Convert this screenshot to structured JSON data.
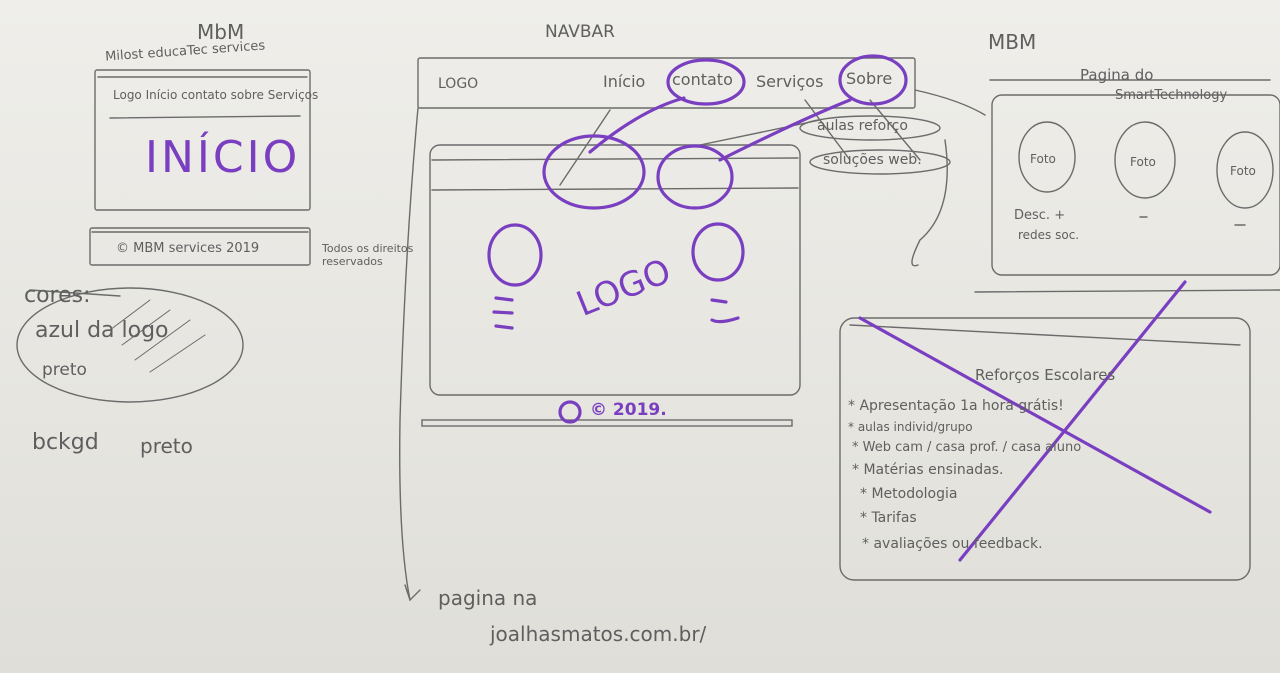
{
  "sketch1": {
    "brand_top": "MbM",
    "brand_name": "Milost educaTec services",
    "nav_text": "Logo Início contato sobre Serviços",
    "hero": "INÍCIO",
    "footer": "© MBM services 2019",
    "rights": "Todos os direitos reservados"
  },
  "colors_note": {
    "title": "cores:",
    "color1": "azul da logo",
    "color2": "preto",
    "background": "bckgd",
    "background_value": "preto"
  },
  "navbar_sketch": {
    "caption": "NAVBAR",
    "logo": "LOGO",
    "items": [
      "Início",
      "contato",
      "Serviços",
      "Sobre"
    ],
    "dropdown": [
      "aulas reforço",
      "soluções web."
    ],
    "center_logo": "LOGO",
    "footer": "© 2019."
  },
  "page_note": {
    "line1": "pagina na",
    "line2": "joalhasmatos.com.br/"
  },
  "about_sketch": {
    "header": "MBM",
    "title1": "Pagina do",
    "title2": "SmartTechnology",
    "photos": [
      "Foto",
      "Foto",
      "Foto"
    ],
    "desc1": "Desc. +",
    "desc2": "redes soc."
  },
  "reforcos_sketch": {
    "title": "Reforços Escolares",
    "items": [
      "* Apresentação 1a hora grátis!",
      "* aulas individ/grupo",
      "* Web cam / casa prof. / casa aluno",
      "* Matérias ensinadas.",
      "* Metodologia",
      "* Tarifas",
      "* avaliações ou feedback."
    ]
  },
  "colors": {
    "pencil": "#6b6b6b",
    "marker": "#7a3fc0",
    "paper": "#e9e8e3"
  }
}
